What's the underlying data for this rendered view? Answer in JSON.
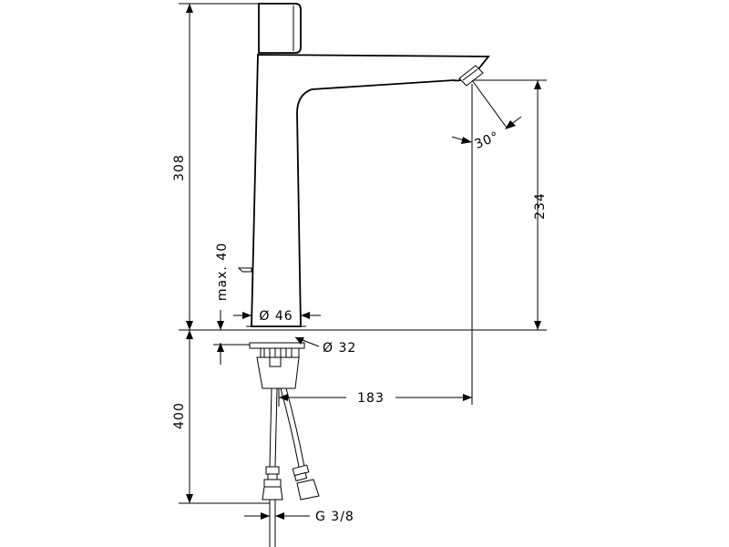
{
  "dimensions": {
    "total_height": "308",
    "spout_height": "234",
    "max_thickness": "max. 40",
    "spout_diameter": "Ø 46",
    "hole_diameter": "Ø 32",
    "reach": "183",
    "hose_length": "400",
    "thread": "G 3/8",
    "angle": "30°"
  },
  "colors": {
    "line": "#000000",
    "background": "#ffffff"
  }
}
